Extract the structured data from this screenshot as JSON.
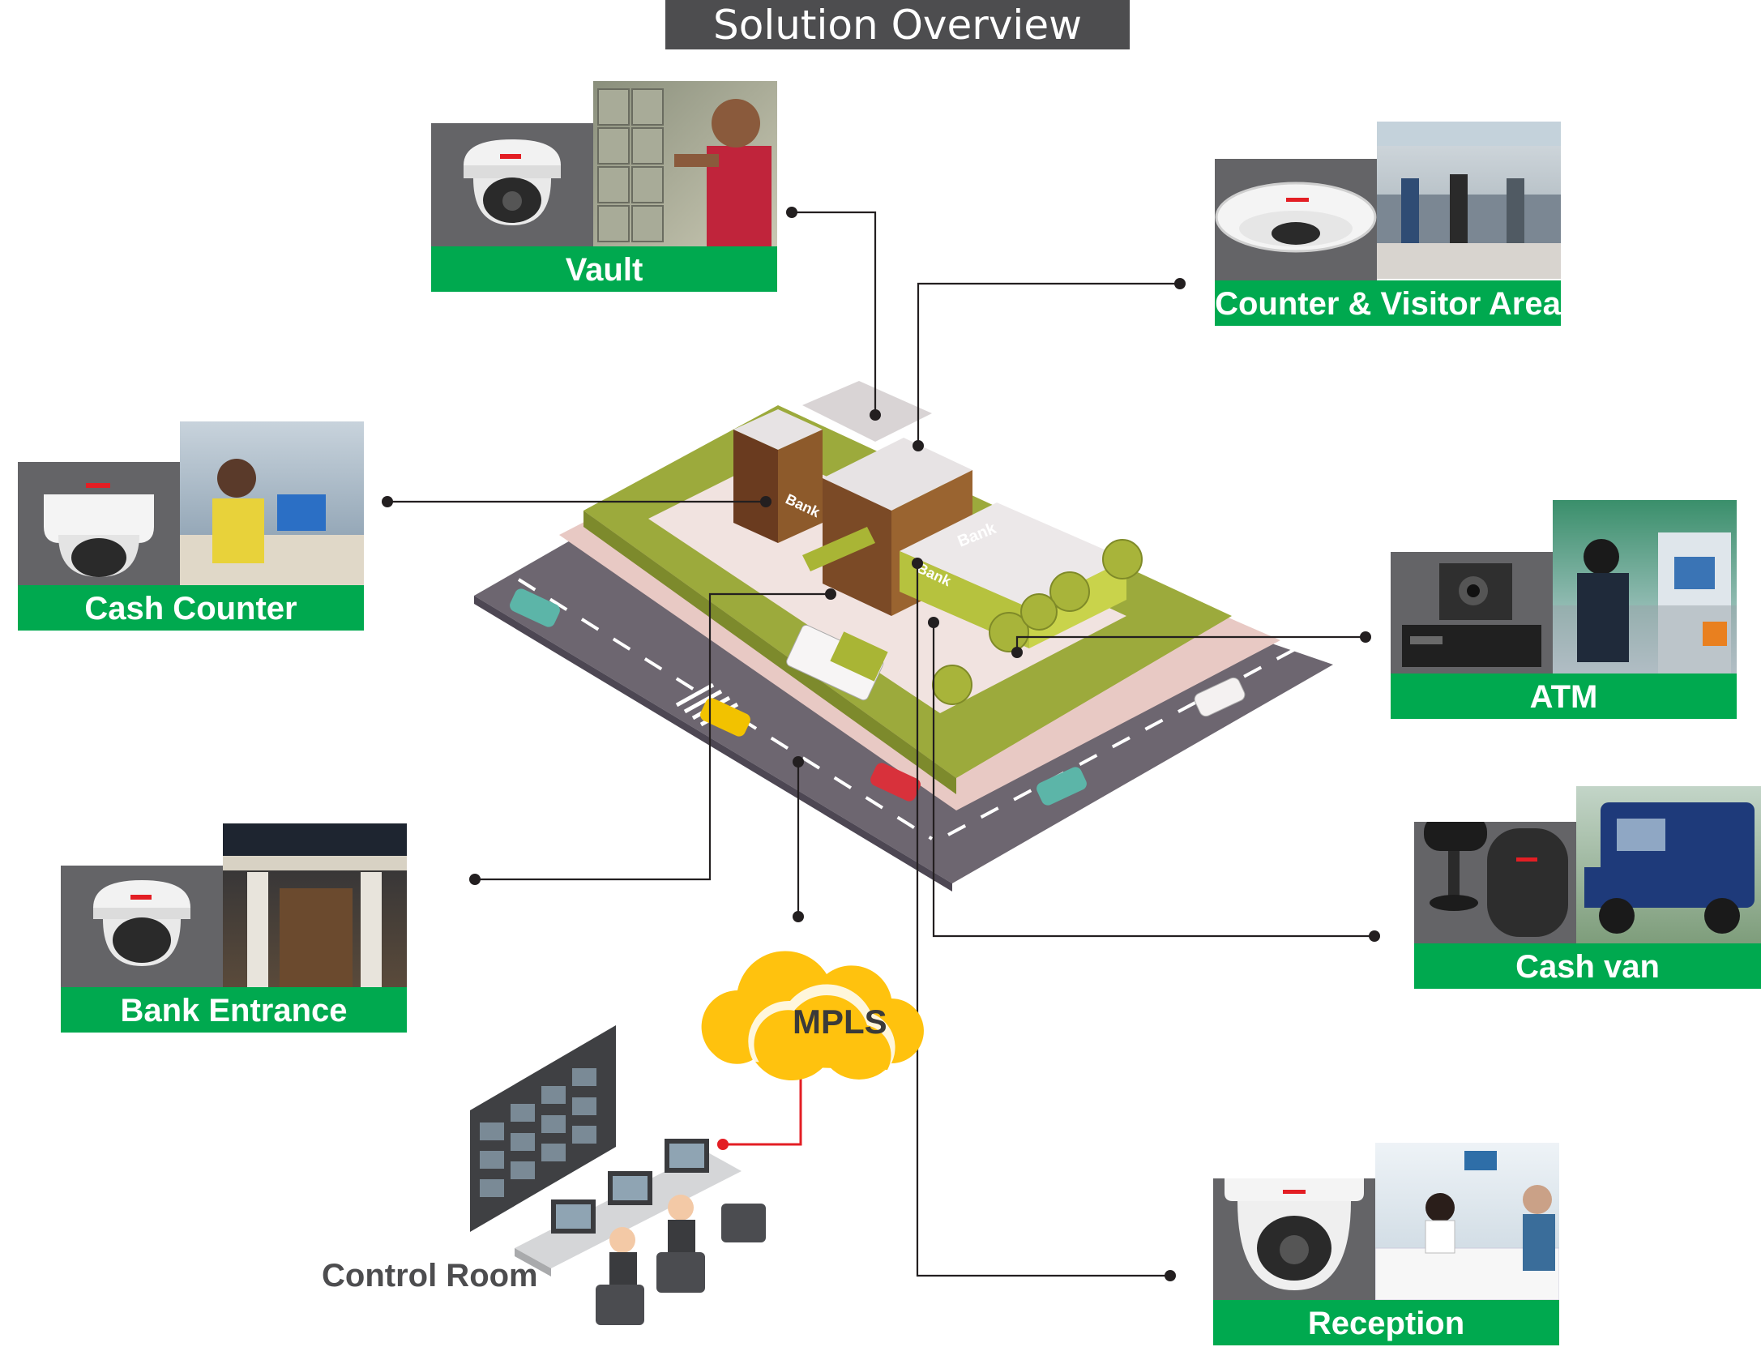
{
  "title": "Solution Overview",
  "cards": {
    "vault": {
      "label": "Vault",
      "camera": "dome-camera-icon",
      "photo": "vault-lockers"
    },
    "counter": {
      "label": "Counter & Visitor Area",
      "camera": "fisheye-camera-icon",
      "photo": "bank-counter"
    },
    "cash_counter": {
      "label": "Cash Counter",
      "camera": "dome-camera-icon",
      "photo": "cashier-desk"
    },
    "atm": {
      "label": "ATM",
      "camera": "pinhole-camera-icon",
      "photo": "atm-machines"
    },
    "cash_van": {
      "label": "Cash van",
      "camera": "mobile-camera-icon",
      "photo": "armored-van"
    },
    "bank_entrance": {
      "label": "Bank Entrance",
      "camera": "dome-camera-icon",
      "photo": "bank-facade"
    },
    "reception": {
      "label": "Reception",
      "camera": "turret-camera-icon",
      "photo": "reception-desk"
    }
  },
  "network": {
    "cloud_label": "MPLS"
  },
  "control_room": {
    "label": "Control Room"
  },
  "colors": {
    "green": "#00a94f",
    "dark_gray": "#4d4d4f",
    "cloud": "#ffc20e",
    "link_red": "#e31e24"
  }
}
